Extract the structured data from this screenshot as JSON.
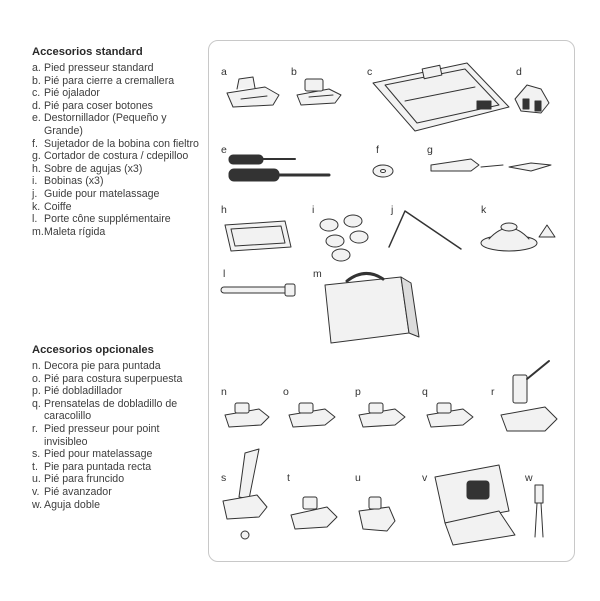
{
  "standard": {
    "title": "Accesorios standard",
    "items": [
      {
        "letter": "a.",
        "text": "Pied presseur standard"
      },
      {
        "letter": "b.",
        "text": "Pié para cierre a cremallera"
      },
      {
        "letter": "c.",
        "text": "Pié ojalador"
      },
      {
        "letter": "d.",
        "text": "Pié para coser botones"
      },
      {
        "letter": "e.",
        "text": "Destornillador (Pequeño y Grande)"
      },
      {
        "letter": "f.",
        "text": "Sujetador de la bobina con fieltro"
      },
      {
        "letter": "g.",
        "text": "Cortador de costura / cdepilloo"
      },
      {
        "letter": "h.",
        "text": "Sobre de agujas (x3)"
      },
      {
        "letter": "i.",
        "text": "Bobinas (x3)"
      },
      {
        "letter": "j.",
        "text": "Guide pour matelassage"
      },
      {
        "letter": "k.",
        "text": "Coiffe"
      },
      {
        "letter": "l.",
        "text": "Porte cône supplémentaire"
      },
      {
        "letter": "m.",
        "text": "Maleta rígida"
      }
    ]
  },
  "optional": {
    "title": "Accesorios opcionales",
    "items": [
      {
        "letter": "n.",
        "text": "Decora pie para puntada"
      },
      {
        "letter": "o.",
        "text": "Pié para costura superpuesta"
      },
      {
        "letter": "p.",
        "text": "Pié dobladillador"
      },
      {
        "letter": "q.",
        "text": "Prensatelas de dobladillo de caracolillo"
      },
      {
        "letter": "r.",
        "text": "Pied presseur pour point invisibleo"
      },
      {
        "letter": "s.",
        "text": "Pied pour matelassage"
      },
      {
        "letter": "t.",
        "text": "Pie para puntada recta"
      },
      {
        "letter": "u.",
        "text": "Pié para fruncido"
      },
      {
        "letter": "v.",
        "text": "Pié avanzador"
      },
      {
        "letter": "w.",
        "text": "Aguja doble"
      }
    ]
  },
  "figure_labels": {
    "a": "a",
    "b": "b",
    "c": "c",
    "d": "d",
    "e": "e",
    "f": "f",
    "g": "g",
    "h": "h",
    "i": "i",
    "j": "j",
    "k": "k",
    "l": "l",
    "m": "m",
    "n": "n",
    "o": "o",
    "p": "p",
    "q": "q",
    "r": "r",
    "s": "s",
    "t": "t",
    "u": "u",
    "v": "v",
    "w": "w"
  }
}
